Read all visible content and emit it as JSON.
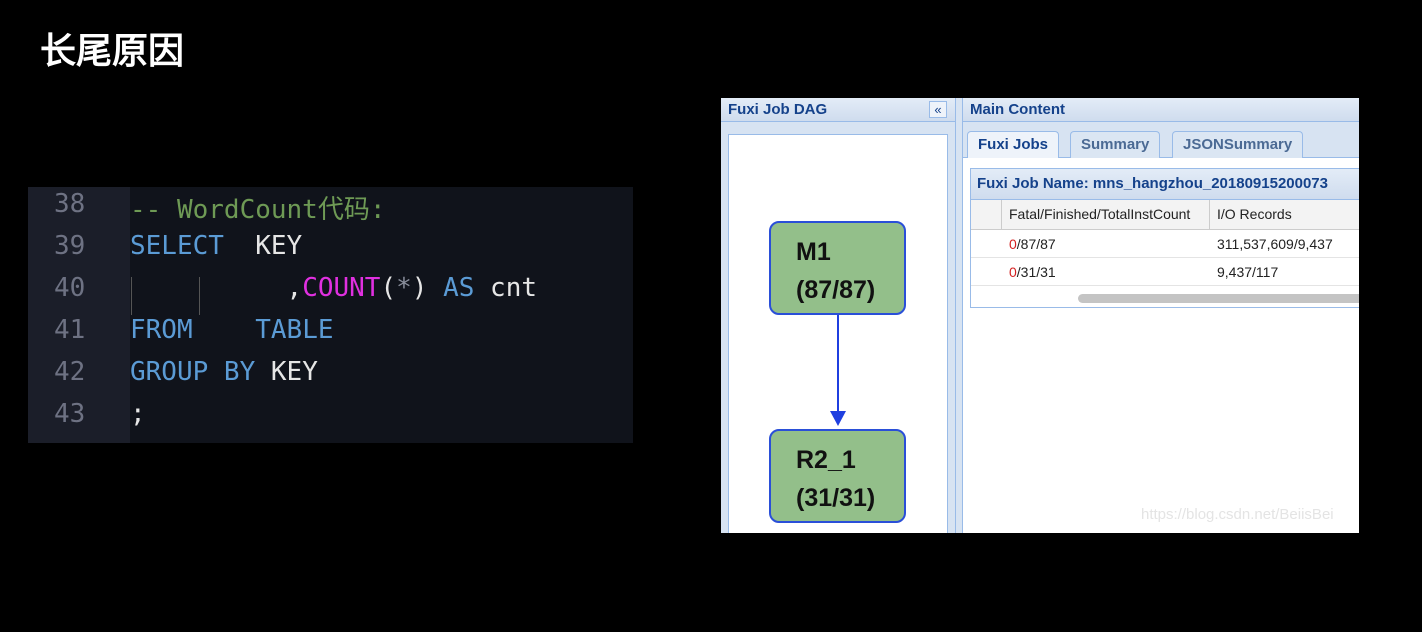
{
  "slide_title": "长尾原因",
  "code": {
    "line_numbers": [
      "38",
      "39",
      "40",
      "41",
      "42",
      "43"
    ],
    "lines": [
      [
        {
          "t": "-- WordCount代码:",
          "c": "#6e9a55"
        }
      ],
      [
        {
          "t": "SELECT",
          "c": "#5b9bd5"
        },
        {
          "t": "  KEY",
          "c": "#e6e6e6"
        }
      ],
      [
        {
          "t": "          ,",
          "c": "#e6e6e6"
        },
        {
          "t": "COUNT",
          "c": "#e030e0"
        },
        {
          "t": "(",
          "c": "#e6e6e6"
        },
        {
          "t": "*",
          "c": "#8a8f9c"
        },
        {
          "t": ") ",
          "c": "#e6e6e6"
        },
        {
          "t": "AS",
          "c": "#5b9bd5"
        },
        {
          "t": " cnt",
          "c": "#e6e6e6"
        }
      ],
      [
        {
          "t": "FROM",
          "c": "#5b9bd5"
        },
        {
          "t": "    TABLE",
          "c": "#5b9bd5"
        }
      ],
      [
        {
          "t": "GROUP BY",
          "c": "#5b9bd5"
        },
        {
          "t": " KEY",
          "c": "#e6e6e6"
        }
      ],
      [
        {
          "t": ";",
          "c": "#e6e6e6"
        }
      ]
    ]
  },
  "app": {
    "dag_panel_title": "Fuxi Job DAG",
    "collapse_label": "«",
    "nodes": [
      {
        "name": "M1",
        "progress": "(87/87)"
      },
      {
        "name": "R2_1",
        "progress": "(31/31)"
      }
    ],
    "main_title": "Main Content",
    "tabs": [
      {
        "label": "Fuxi Jobs",
        "active": true
      },
      {
        "label": "Summary"
      },
      {
        "label": "JSONSummary"
      }
    ],
    "grid_title": "Fuxi Job Name: mns_hangzhou_20180915200073",
    "columns": [
      "Fatal/Finished/TotalInstCount",
      "I/O Records"
    ],
    "rows": [
      {
        "fatal": "0",
        "rest": "/87/87",
        "io": "311,537,609/9,437"
      },
      {
        "fatal": "0",
        "rest": "/31/31",
        "io": "9,437/117"
      }
    ],
    "watermark": "https://blog.csdn.net/BeiisBei"
  }
}
